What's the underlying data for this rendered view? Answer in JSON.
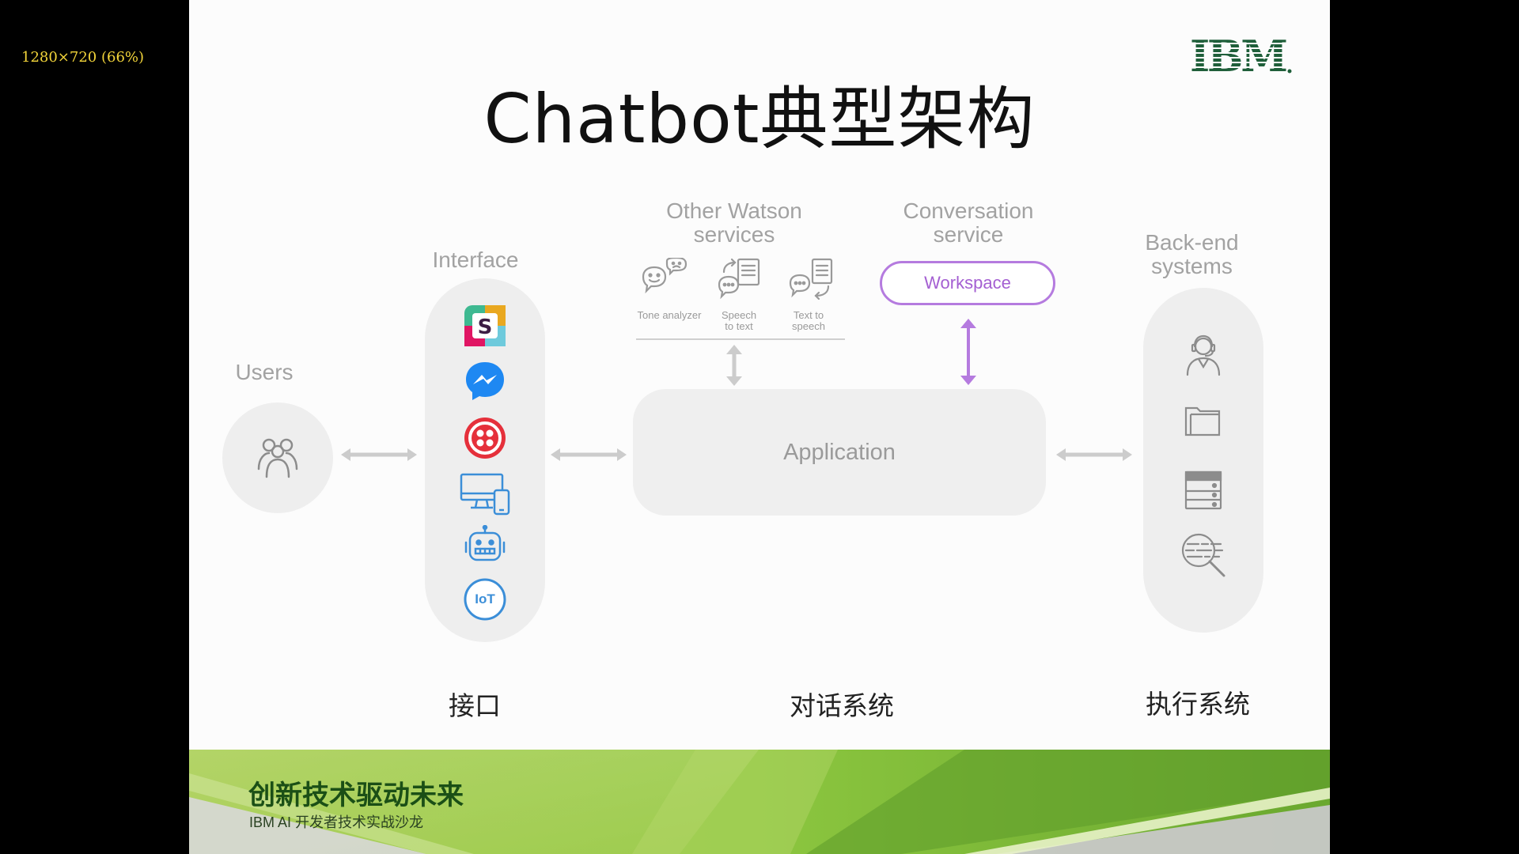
{
  "viewer": {
    "zoom_label": "1280×720 (66%)"
  },
  "slide": {
    "title": "Chatbot典型架构",
    "logo_text": "IBM",
    "columns": {
      "users": {
        "label": "Users"
      },
      "interface": {
        "label": "Interface",
        "icons": [
          "slack-icon",
          "messenger-icon",
          "twilio-icon",
          "desktop-mobile-icon",
          "robot-icon",
          "iot-icon"
        ],
        "iot_text": "IoT"
      },
      "other_watson": {
        "label": "Other Watson services",
        "services": [
          {
            "icon": "tone-analyzer-icon",
            "caption": "Tone analyzer"
          },
          {
            "icon": "speech-to-text-icon",
            "caption": "Speech to text"
          },
          {
            "icon": "text-to-speech-icon",
            "caption": "Text to speech"
          }
        ]
      },
      "conversation": {
        "label": "Conversation service",
        "workspace_label": "Workspace"
      },
      "application": {
        "label": "Application"
      },
      "backend": {
        "label": "Back-end systems",
        "icons": [
          "agent-icon",
          "folder-icon",
          "server-icon",
          "data-search-icon"
        ]
      }
    },
    "chinese_labels": {
      "interface": "接口",
      "dialog": "对话系统",
      "execution": "执行系统"
    },
    "colors": {
      "accent_purple": "#b57bdf",
      "arrow_gray": "#cccccc",
      "footer_green": "#7cb342",
      "ibm_green": "#1f5f3a"
    },
    "footer": {
      "title": "创新技术驱动未来",
      "subtitle": "IBM AI 开发者技术实战沙龙"
    }
  }
}
